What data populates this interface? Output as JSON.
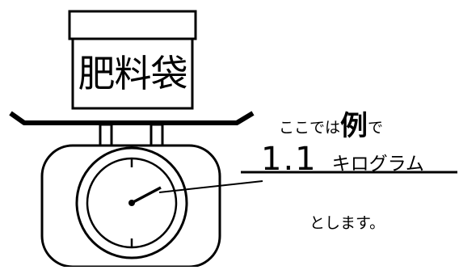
{
  "bag": {
    "label": "肥料袋"
  },
  "caption": {
    "prefix": "ここでは",
    "emphasis": "例",
    "suffix": "で",
    "value": "1.1",
    "unit": "キログラム",
    "closing": "とします。"
  },
  "scale": {
    "dial_reading_kg": 1.1
  },
  "colors": {
    "stroke": "#000000",
    "background": "#ffffff"
  }
}
